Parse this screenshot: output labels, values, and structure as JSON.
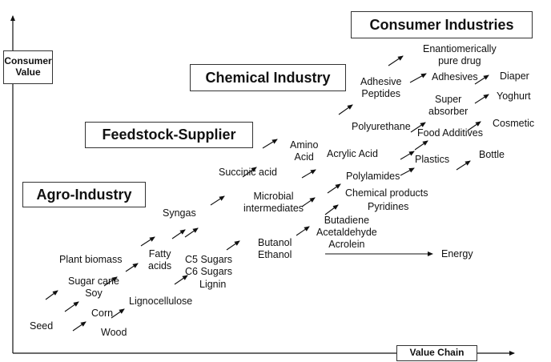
{
  "axes": {
    "y_label": "Consumer\nValue",
    "x_label": "Value Chain"
  },
  "stages": {
    "agro_industry": "Agro-Industry",
    "feedstock_supplier": "Feedstock-Supplier",
    "chemical_industry": "Chemical Industry",
    "consumer_industries": "Consumer Industries"
  },
  "items": {
    "seed": "Seed",
    "corn": "Corn",
    "wood": "Wood",
    "sugar_cane_soy": "Sugar cane\nSoy",
    "plant_biomass": "Plant biomass",
    "fatty_acids": "Fatty\nacids",
    "lignocellulose": "Lignocellulose",
    "c5_c6_sugars": "C5 Sugars\nC6 Sugars",
    "lignin": "Lignin",
    "syngas": "Syngas",
    "succinic_acid": "Succinic acid",
    "microbial_intermediates": "Microbial\nintermediates",
    "amino_acid": "Amino\nAcid",
    "acrylic_acid": "Acrylic Acid",
    "butanol_ethanol": "Butanol\nEthanol",
    "butadiene_acetaldehyde_acrolein": "Butadiene\nAcetaldehyde\nAcrolein",
    "energy": "Energy",
    "polylamides": "Polylamides",
    "chemical_products": "Chemical products",
    "pyridines": "Pyridines",
    "polyurethane": "Polyurethane",
    "adhesive_peptides": "Adhesive\nPeptides",
    "enantiomerically_pure_drug": "Enantiomerically\npure drug",
    "adhesives": "Adhesives",
    "super_absorber": "Super\nabsorber",
    "food_additives": "Food Additives",
    "plastics": "Plastics",
    "diaper": "Diaper",
    "yoghurt": "Yoghurt",
    "cosmetic": "Cosmetic",
    "bottle": "Bottle"
  }
}
